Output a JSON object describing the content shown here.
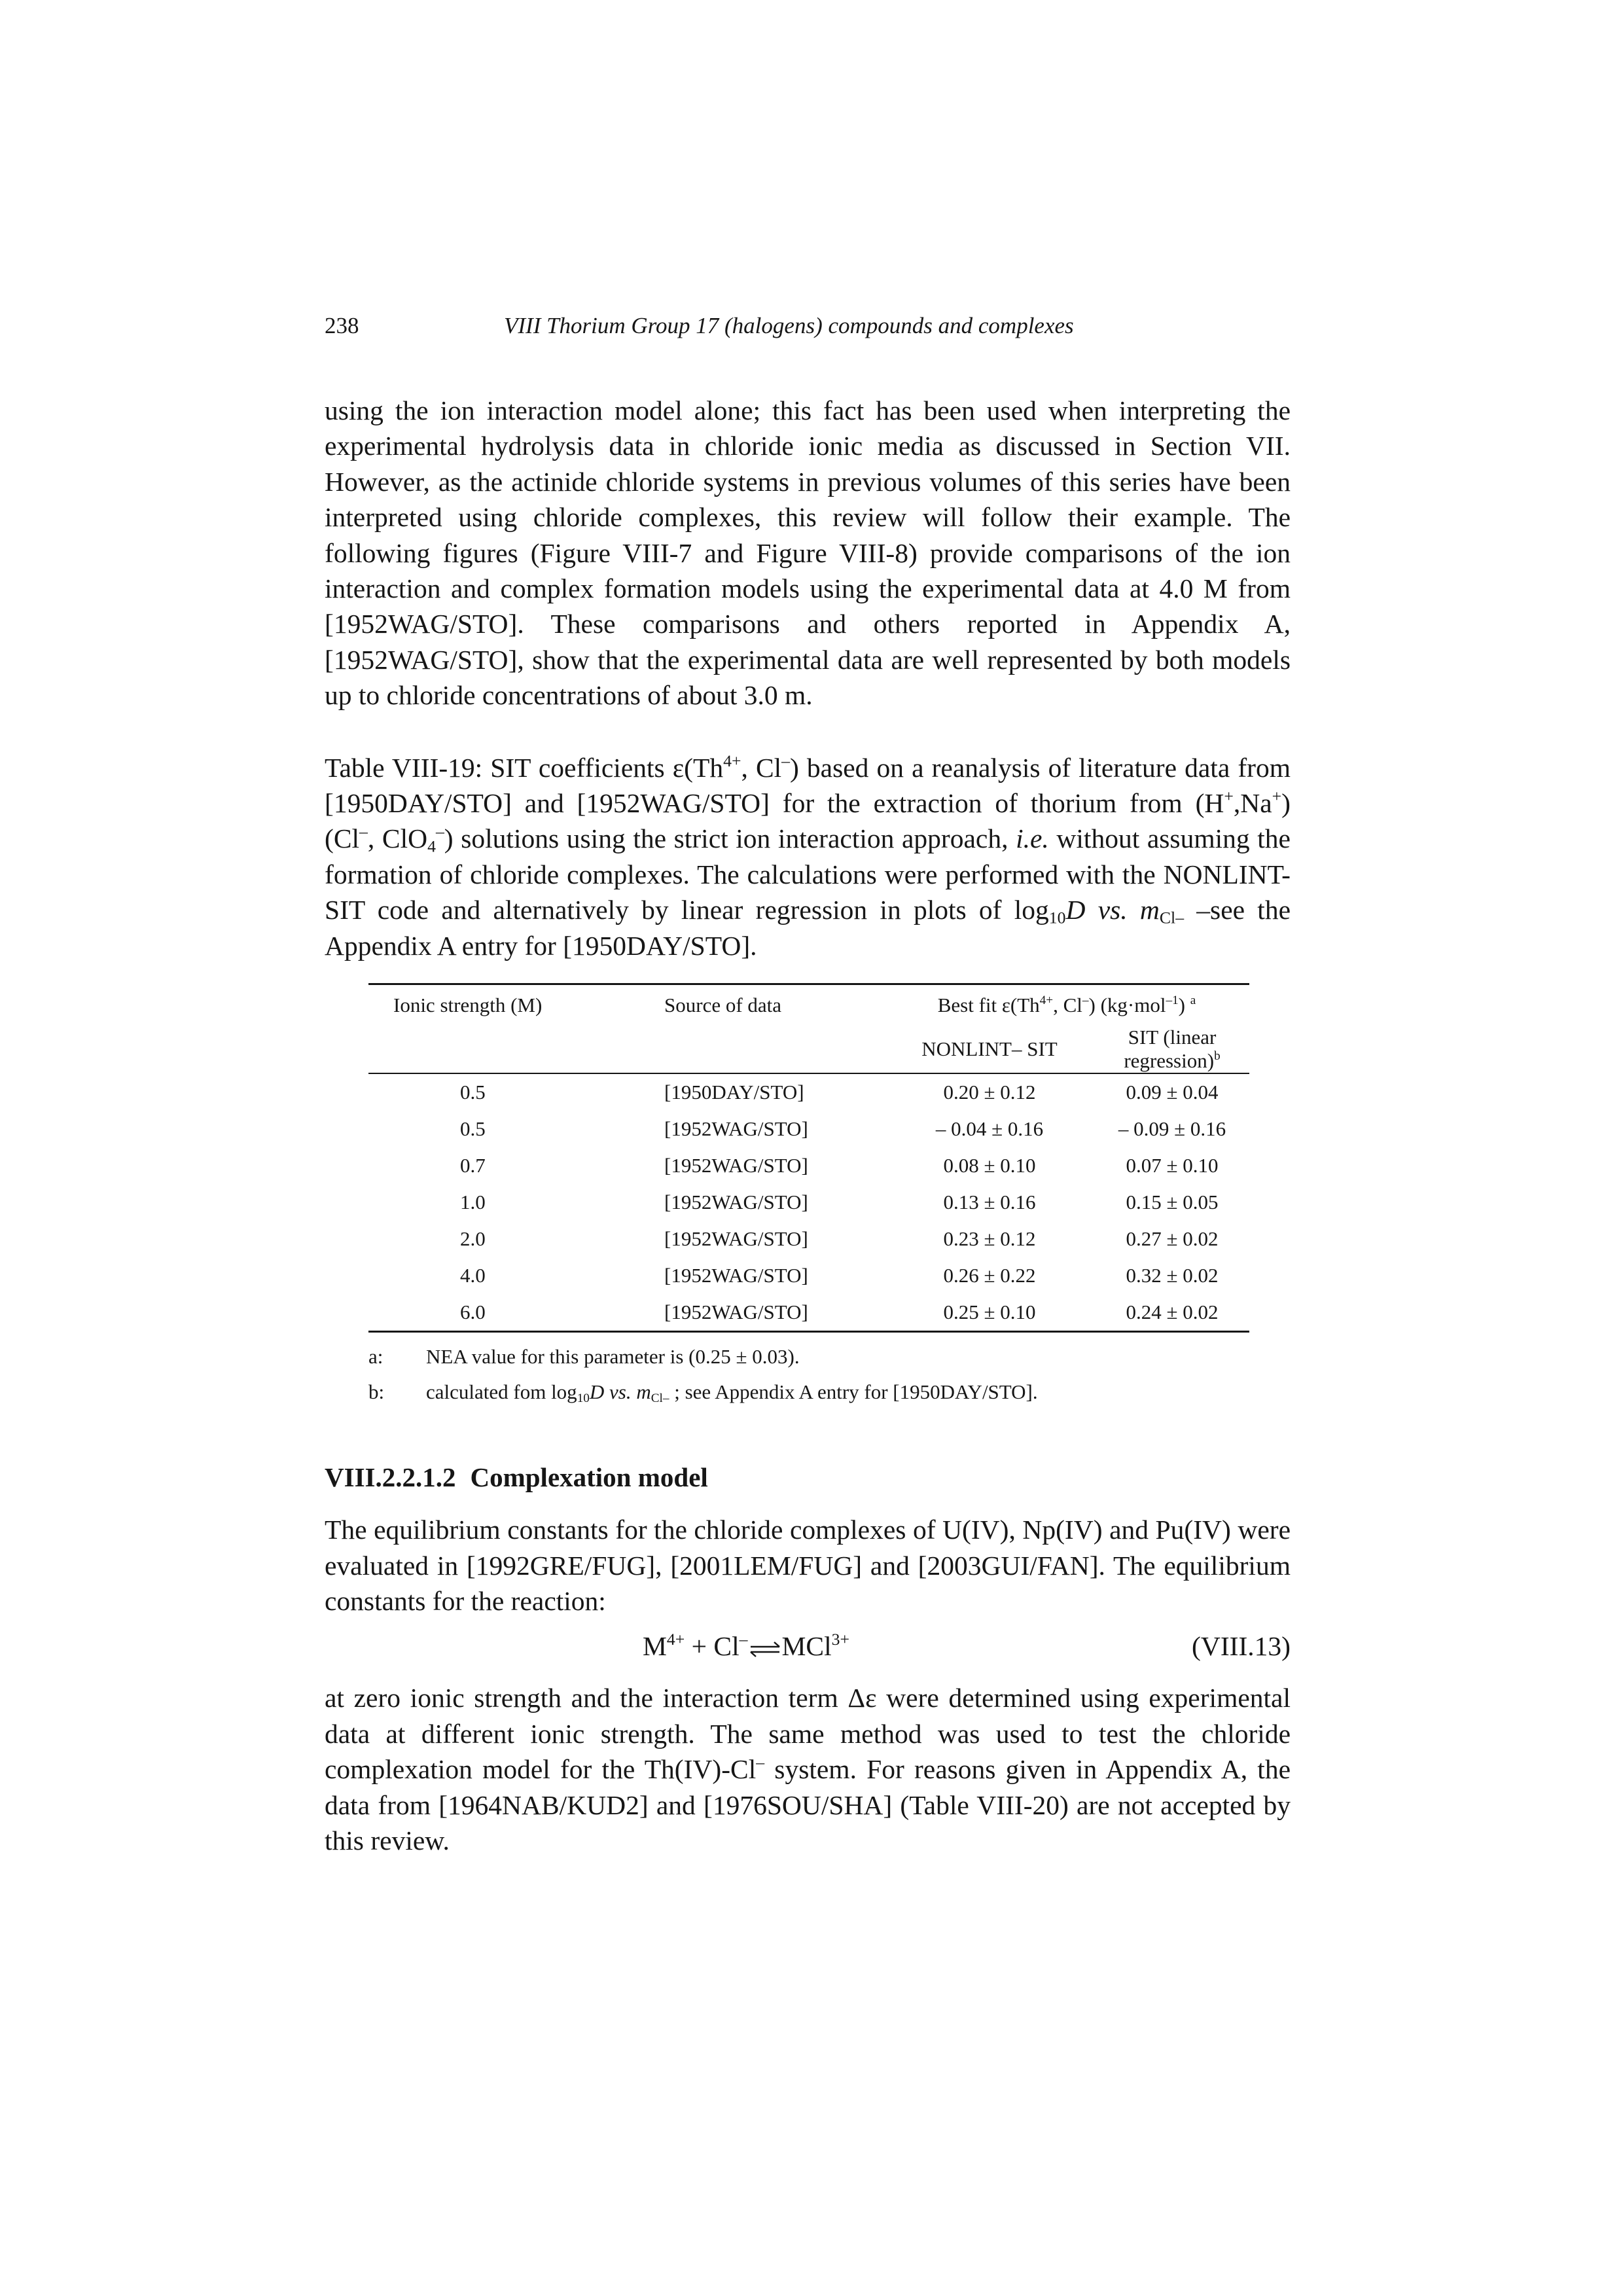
{
  "header": {
    "page_number": "238",
    "running_title": "VIII Thorium Group 17 (halogens) compounds and complexes"
  },
  "intro_paragraph": "using the ion interaction model alone; this fact has been used when interpreting the experimental hydrolysis data in chloride ionic media as discussed in Section VII. However, as the actinide chloride systems in previous volumes of this series have been interpreted using chloride complexes, this review will follow their example. The following figures (Figure VIII-7 and Figure VIII-8) provide comparisons of the ion interaction and complex formation models using the experimental data at 4.0 M from [1952WAG/STO]. These comparisons and others reported in Appendix A, [1952WAG/STO], show that the experimental data are well represented by both models up to chloride concentrations of about 3.0 m.",
  "table_caption": {
    "part1": "Table VIII-19: SIT coefficients ε(Th",
    "th_charge": "4+",
    "part2": ", Cl",
    "cl_charge": "–",
    "part3": ") based on a reanalysis of literature data from [1950DAY/STO] and [1952WAG/STO] for the extraction of thorium from (H",
    "plus1": "+",
    "part4": ",Na",
    "plus2": "+",
    "part5": ") (Cl",
    "cl_charge2": "–",
    "part6": ", ClO",
    "clo4_sub": "4",
    "clo4_sup": "–",
    "part7": ") solutions using the strict ion interaction approach, ",
    "ie": "i.e.",
    "part8": " without assuming the formation of chloride complexes. The calculations were performed with the NONLINT-SIT code and alternatively by linear regression in plots of log",
    "log_sub": "10",
    "d_var": "D",
    "vs": " vs. ",
    "m_var": "m",
    "m_sub": "Cl–",
    "part9": " –see the Appendix A entry for [1950DAY/STO]."
  },
  "table": {
    "col_ionic_strength": "Ionic strength (M)",
    "col_source": "Source of data",
    "col_bestfit_pre": "Best fit ε(Th",
    "col_bestfit_th_charge": "4+",
    "col_bestfit_mid": ", Cl",
    "col_bestfit_cl_charge": "–",
    "col_bestfit_unit": ") (kg·mol",
    "col_bestfit_exp": "–1",
    "col_bestfit_end": ")",
    "col_bestfit_note": "a",
    "sub_nonlint": "NONLINT– SIT",
    "sub_sit": "SIT (linear regression)",
    "sub_sit_note": "b",
    "rows": [
      {
        "ionic": "0.5",
        "source": "[1950DAY/STO]",
        "nonlint": "0.20 ± 0.12",
        "sit": "0.09 ± 0.04"
      },
      {
        "ionic": "0.5",
        "source": "[1952WAG/STO]",
        "nonlint": "– 0.04 ± 0.16",
        "sit": "– 0.09 ± 0.16"
      },
      {
        "ionic": "0.7",
        "source": "[1952WAG/STO]",
        "nonlint": "0.08 ± 0.10",
        "sit": "0.07 ± 0.10"
      },
      {
        "ionic": "1.0",
        "source": "[1952WAG/STO]",
        "nonlint": "0.13 ± 0.16",
        "sit": "0.15 ± 0.05"
      },
      {
        "ionic": "2.0",
        "source": "[1952WAG/STO]",
        "nonlint": "0.23 ± 0.12",
        "sit": "0.27 ± 0.02"
      },
      {
        "ionic": "4.0",
        "source": "[1952WAG/STO]",
        "nonlint": "0.26 ± 0.22",
        "sit": "0.32 ± 0.02"
      },
      {
        "ionic": "6.0",
        "source": "[1952WAG/STO]",
        "nonlint": "0.25 ± 0.10",
        "sit": "0.24 ± 0.02"
      }
    ]
  },
  "notes": {
    "a_key": "a:",
    "a_text": "NEA value for this parameter is (0.25 ± 0.03).",
    "b_key": "b:",
    "b_pre": "calculated fom log",
    "b_log_sub": "10",
    "b_d": "D",
    "b_vs": " vs. ",
    "b_m": "m",
    "b_m_sub": "Cl–",
    "b_post": " ; see Appendix A entry for [1950DAY/STO]."
  },
  "section": {
    "number": "VIII.2.2.1.2",
    "title": "Complexation model"
  },
  "paragraph2": "The equilibrium constants for the chloride complexes of U(IV), Np(IV) and Pu(IV) were evaluated in [1992GRE/FUG], [2001LEM/FUG] and [2003GUI/FAN]. The equilibrium constants for the reaction:",
  "equation": {
    "m": "M",
    "m_charge": "4+",
    "plus": " + Cl",
    "cl_charge": "–",
    "product": "MCl",
    "product_charge": "3+",
    "number": "(VIII.13)"
  },
  "paragraph3": {
    "part1": "at zero ionic strength and the interaction term Δε were determined using experimental data at different ionic strength. The same method was used to test the chloride complexation model for the Th(IV)-Cl",
    "cl_charge": "–",
    "part2": " system. For reasons given in Appendix A, the data from [1964NAB/KUD2] and [1976SOU/SHA] (Table VIII-20) are not accepted by this review."
  }
}
